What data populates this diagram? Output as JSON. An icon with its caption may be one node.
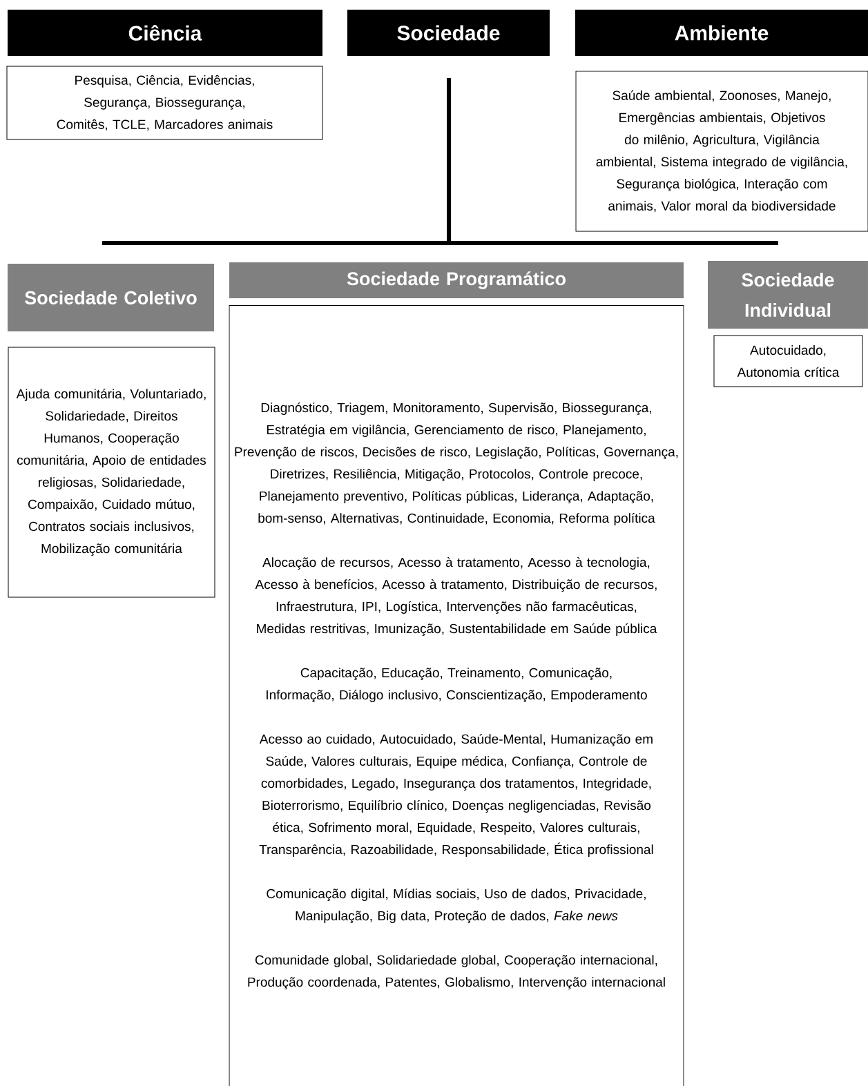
{
  "diagram": {
    "nodes": [
      {
        "text": [
          "Ciência"
        ]
      },
      {
        "text": [
          "Sociedade"
        ]
      },
      {
        "text": [
          "Ambiente"
        ]
      },
      {
        "text": [
          "Pesquisa, Ciência, Evidências, Segurança, Biossegurança, Comitês, TCLE, Marcadores animais"
        ]
      },
      {
        "text": [
          "Saúde ambiental, Zoonoses, Manejo, Emergências ambientais, Objetivos do milênio, Agricultura, Vigilância ambiental, Sistema integrado de vigilância, Segurança biológica, Interação com animais, Valor moral da biodiversidade"
        ]
      },
      {
        "text": [
          "Sociedade Coletivo"
        ]
      },
      {
        "text": [
          "Sociedade Programático"
        ]
      },
      {
        "text": [
          "Sociedade Individual"
        ]
      },
      {
        "text": [
          "Ajuda comunitária, Voluntariado, Solidariedade, Direitos Humanos, Cooperação comunitária, Apoio de entidades religiosas, Solidariedade, Compaixão, Cuidado mútuo, Contratos sociais inclusivos, Mobilização comunitária"
        ]
      },
      {
        "text": [
          "Diagnóstico, Triagem, Monitoramento, Supervisão, Biossegurança, Estratégia em vigilância, Gerenciamento de risco, Planejamento, Prevenção de riscos, Decisões de risco, Legislação, Políticas, Governança, Diretrizes, Resiliência, Mitigação, Protocolos, Controle precoce, Planejamento preventivo, Políticas públicas, Liderança, Adaptação, bom-senso, Alternativas, Continuidade, Economia, Reforma política",
          "Alocação de recursos, Acesso à tratamento, Acesso à tecnologia, Acesso à benefícios, Acesso à tratamento, Distribuição de recursos, Infraestrutura, IPI, Logística, Intervenções não farmacêuticas, Medidas restritivas, Imunização, Sustentabilidade em Saúde pública",
          "Capacitação, Educação, Treinamento, Comunicação, Informação, Diálogo inclusivo, Conscientização, Empoderamento",
          "Acesso ao cuidado, Autocuidado, Saúde-Mental, Humanização em Saúde, Valores culturais, Equipe médica, Confiança, Controle de comorbidades, Legado, Insegurança dos tratamentos, Integridade, Bioterrorismo, Equilíbrio clínico, Doenças negligenciadas, Revisão ética, Sofrimento moral, Equidade, Respeito, Valores culturais, Transparência, Razoabilidade, Responsabilidade, Ética profissional",
          "Comunicação digital, Mídias sociais, Uso de dados, Privacidade, Manipulação, Big data, Proteção de dados, *Fake news*",
          "Comunidade global, Solidariedade global, Cooperação internacional, Produção coordenada, Patentes, Globalismo, Intervenção internacional"
        ]
      },
      {
        "text": [
          "Autocuidado, Autonomia crítica"
        ]
      }
    ]
  }
}
